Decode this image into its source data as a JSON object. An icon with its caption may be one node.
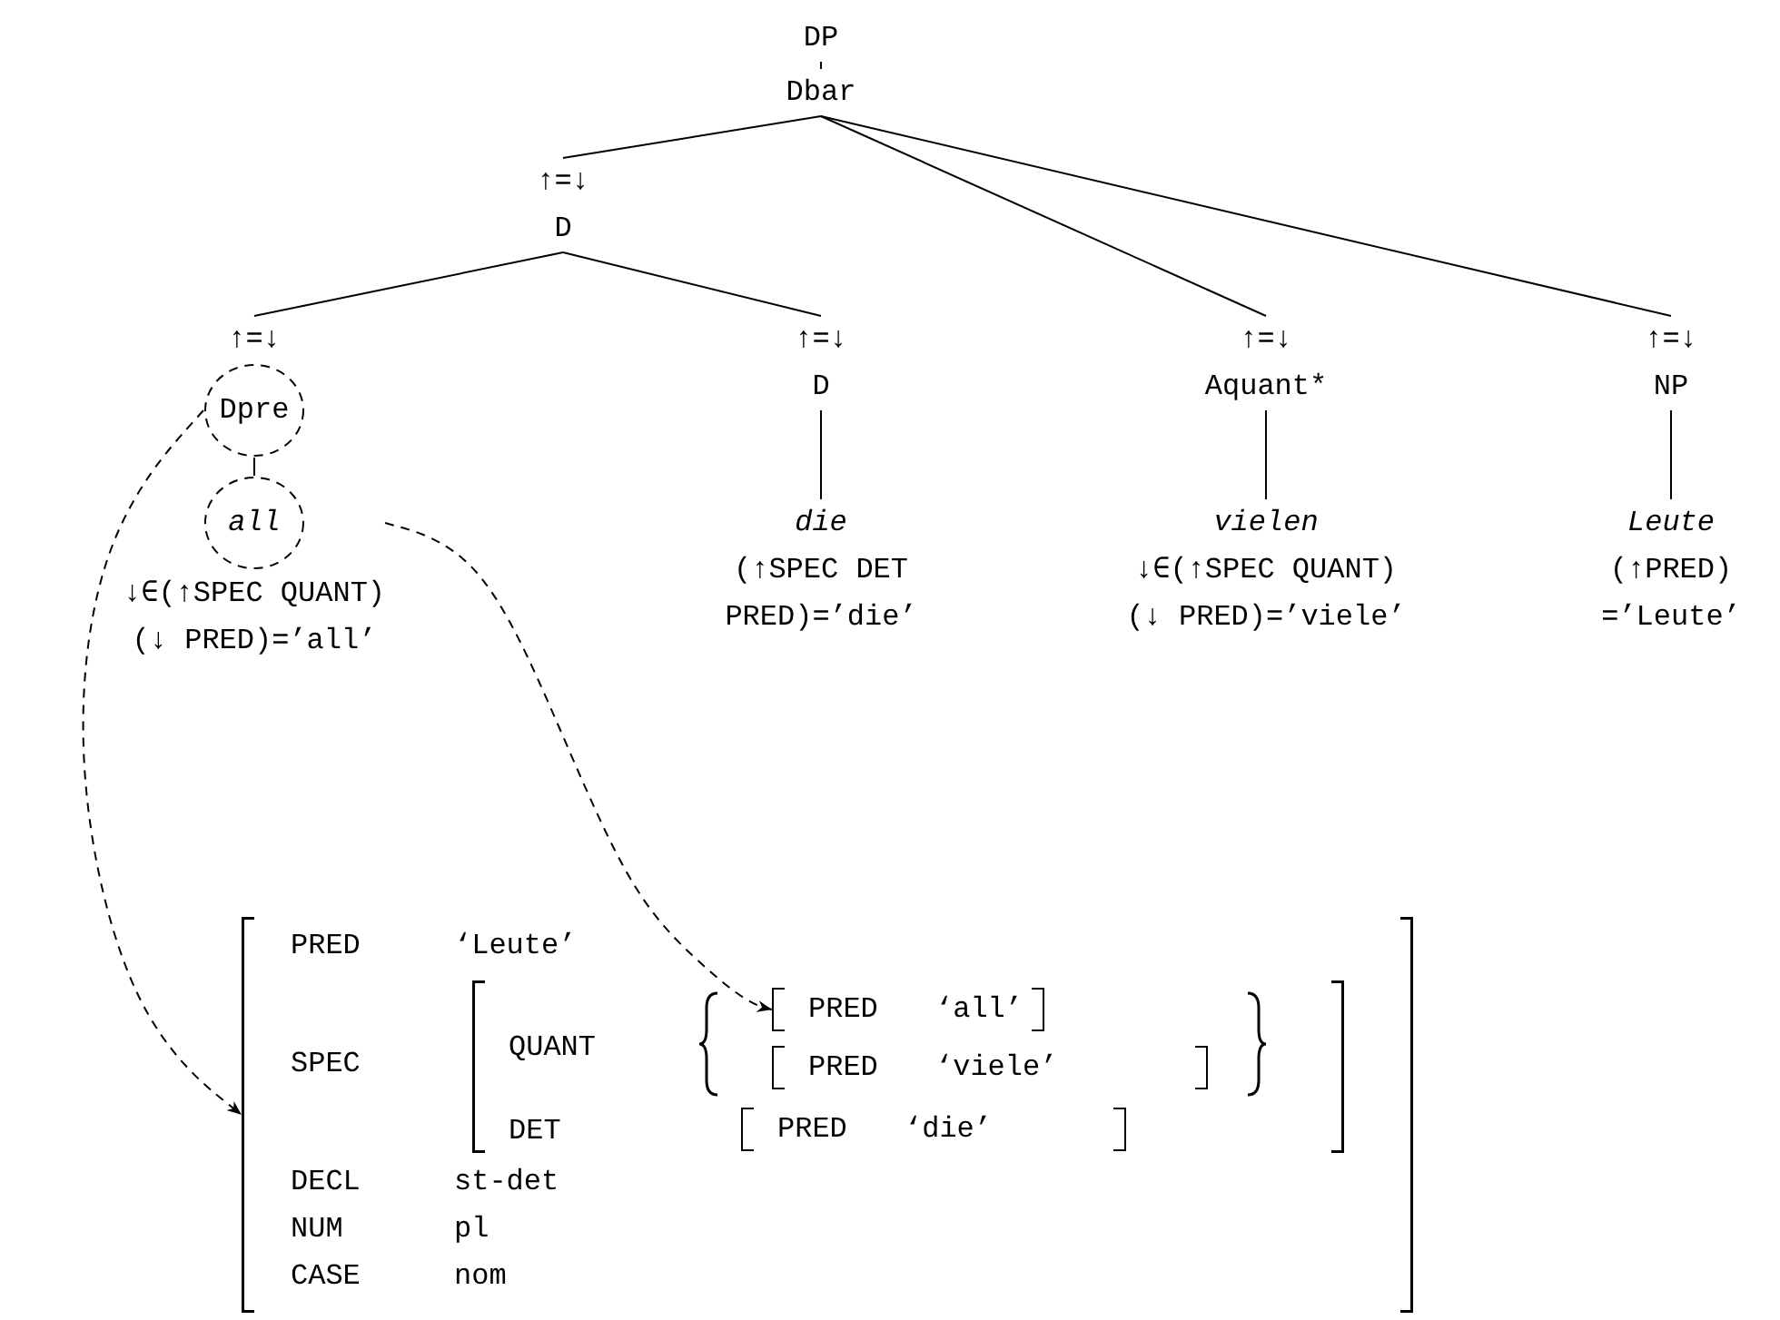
{
  "diagram": {
    "nodes": [
      {
        "text": [
          "DP"
        ]
      },
      {
        "text": [
          "Dbar"
        ]
      },
      {
        "text": [
          "D"
        ],
        "beside": [
          "↑=↓"
        ]
      },
      {
        "text": [
          "Dpre"
        ],
        "beside": [
          "↑=↓"
        ]
      },
      {
        "text": [
          "D"
        ],
        "beside": [
          "↑=↓"
        ]
      },
      {
        "text": [
          "Aquant*"
        ],
        "beside": [
          "↑=↓"
        ]
      },
      {
        "text": [
          "NP"
        ],
        "beside": [
          "↑=↓"
        ]
      },
      {
        "text": [
          "all"
        ],
        "beside": [
          "↓∈(↑SPEC QUANT)",
          "(↓ PRED)=’all’"
        ]
      },
      {
        "text": [
          "die"
        ],
        "beside": [
          "(↑SPEC DET PRED)=’die’"
        ]
      },
      {
        "text": [
          "vielen"
        ],
        "beside": [
          "↓∈(↑SPEC QUANT)",
          "(↓ PRED)=’viele’"
        ]
      },
      {
        "text": [
          "Leute"
        ],
        "beside": [
          "(↑PRED) =’Leute’"
        ]
      },
      {
        "text": [
          "PRED",
          "‘Leute’",
          "SPEC",
          "DECL",
          "st-det",
          "NUM",
          "pl",
          "CASE",
          "nom"
        ]
      },
      {
        "text": [
          "QUANT",
          "DET"
        ],
        "in": 11
      },
      {
        "text": [
          "PRED",
          "‘all’"
        ],
        "in": 12
      },
      {
        "text": [
          "PRED",
          "‘viele’"
        ],
        "in": 12
      },
      {
        "text": [
          "PRED",
          "‘die’"
        ],
        "in": 12
      }
    ],
    "edges": [
      {
        "from": 0,
        "to": 1,
        "arrow": "none"
      },
      {
        "from": 1,
        "to": 2,
        "arrow": "none"
      },
      {
        "from": 1,
        "to": 5,
        "arrow": "none"
      },
      {
        "from": 1,
        "to": 6,
        "arrow": "none"
      },
      {
        "from": 2,
        "to": 3,
        "arrow": "none"
      },
      {
        "from": 2,
        "to": 4,
        "arrow": "none"
      },
      {
        "from": 3,
        "to": 7,
        "arrow": "none"
      },
      {
        "from": 4,
        "to": 8,
        "arrow": "none"
      },
      {
        "from": 5,
        "to": 9,
        "arrow": "none"
      },
      {
        "from": 6,
        "to": 10,
        "arrow": "none"
      },
      {
        "from": 3,
        "to": 11,
        "arrow": "to",
        "style": "dashed"
      },
      {
        "from": 7,
        "to": 13,
        "arrow": "to",
        "style": "dashed"
      }
    ]
  }
}
